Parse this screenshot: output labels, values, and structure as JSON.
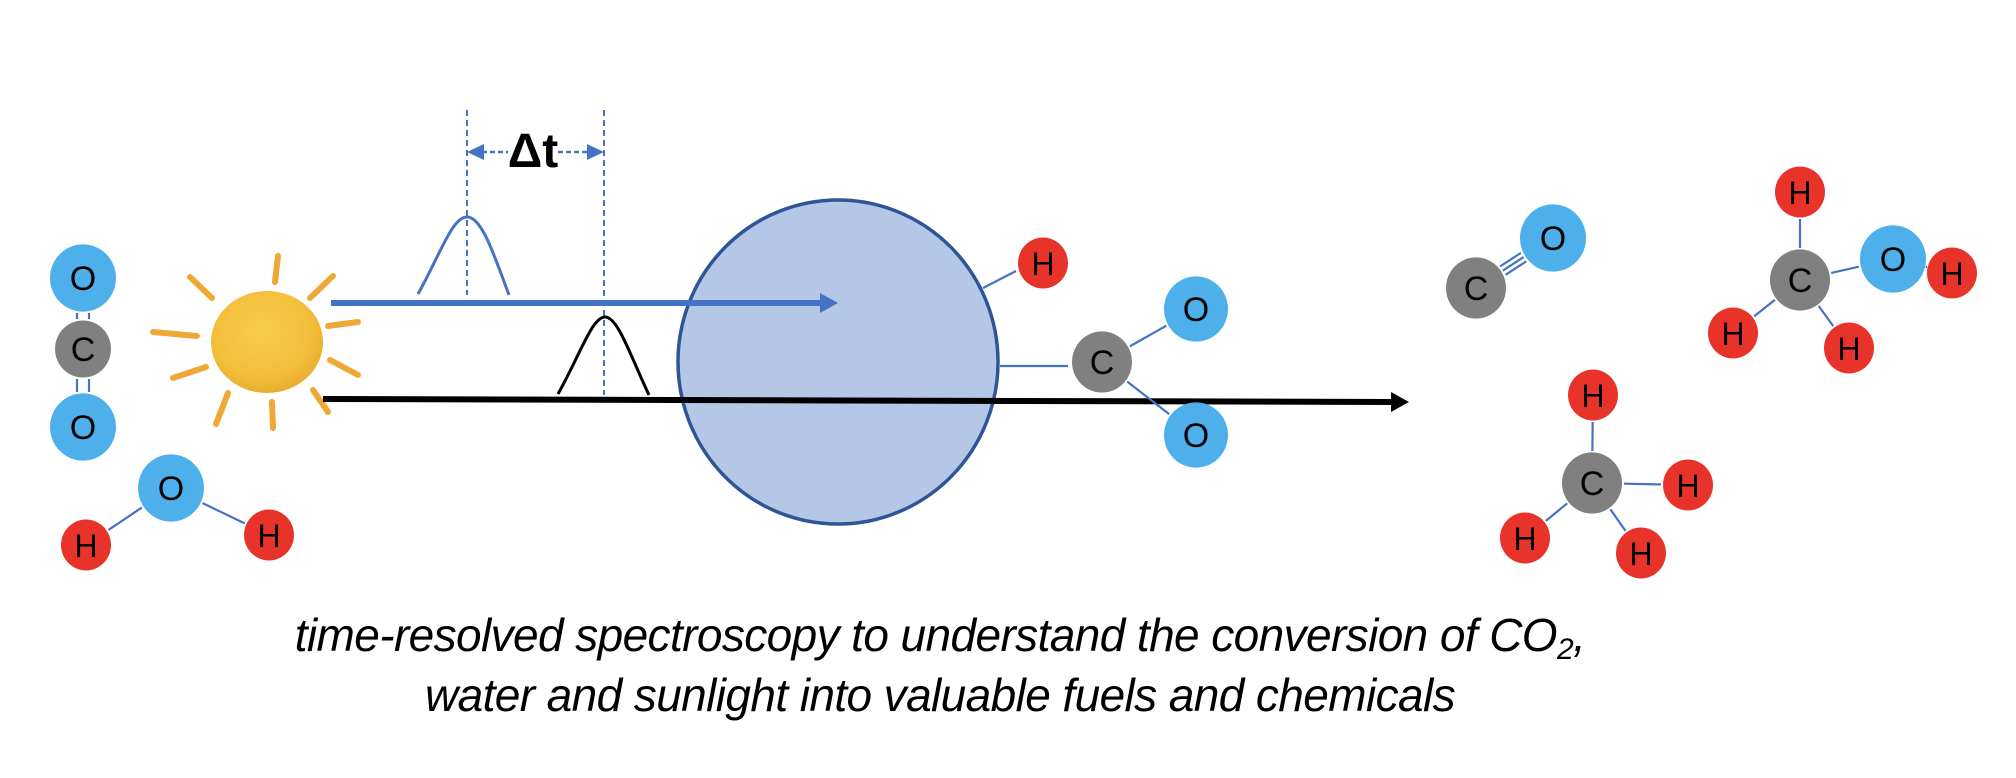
{
  "figure": {
    "delta_label": "Δt",
    "caption": {
      "line1": "time-resolved spectroscopy to understand the conversion of CO",
      "line1_subscript": "2",
      "line1_tail": ",",
      "line2": "water and sunlight into valuable fuels and chemicals"
    },
    "colors": {
      "oxygen": "#4DB0EA",
      "carbon": "#808080",
      "hydrogen": "#E8332A",
      "bond": "#4472C4",
      "pump_beam": "#4472C4",
      "probe_beam": "#000000",
      "catalyst_fill": "#B4C7E7",
      "catalyst_stroke": "#2F5597",
      "sun": "#F5C242",
      "sun_rays": "#EFA837",
      "dashed": "#4472C4"
    },
    "molecules": [
      {
        "name": "co2-reactant",
        "atoms": [
          "O",
          "C",
          "O"
        ]
      },
      {
        "name": "water-reactant",
        "atoms": [
          "O",
          "H",
          "H"
        ]
      },
      {
        "name": "adsorbed-hydrogen",
        "atoms": [
          "H"
        ]
      },
      {
        "name": "adsorbed-co2",
        "atoms": [
          "C",
          "O",
          "O"
        ]
      },
      {
        "name": "carbon-monoxide-product",
        "atoms": [
          "C",
          "O"
        ]
      },
      {
        "name": "methanol-product",
        "atoms": [
          "H",
          "C",
          "O",
          "H",
          "H",
          "H"
        ]
      },
      {
        "name": "methane-product",
        "atoms": [
          "H",
          "C",
          "H",
          "H",
          "H"
        ]
      }
    ]
  }
}
